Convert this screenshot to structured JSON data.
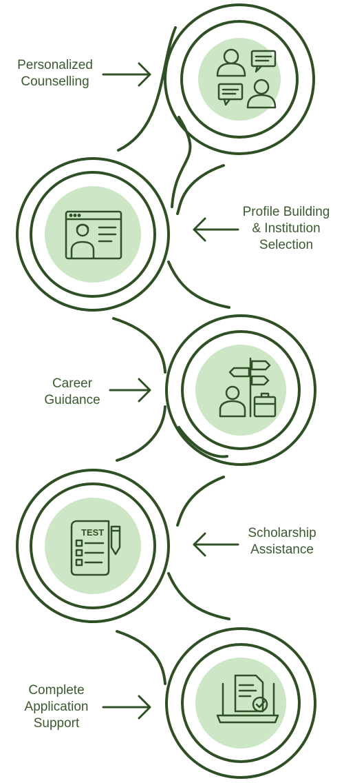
{
  "steps": [
    {
      "id": "personalized-counselling",
      "label_lines": [
        "Personalized",
        "Counselling"
      ],
      "icon": "counselling-chat-icon"
    },
    {
      "id": "profile-building",
      "label_lines": [
        "Profile Building",
        "& Institution",
        "Selection"
      ],
      "icon": "profile-monitor-icon"
    },
    {
      "id": "career-guidance",
      "label_lines": [
        "Career",
        "Guidance"
      ],
      "icon": "career-signpost-icon"
    },
    {
      "id": "scholarship-assistance",
      "label_lines": [
        "Scholarship",
        "Assistance"
      ],
      "icon": "test-paper-icon"
    },
    {
      "id": "application-support",
      "label_lines": [
        "Complete",
        "Application",
        "Support"
      ],
      "icon": "laptop-document-icon"
    }
  ],
  "colors": {
    "stroke": "#2f4f24",
    "circle_fill": "#cde6c6",
    "label_text": "#3a5a2e",
    "background": "#ffffff"
  }
}
